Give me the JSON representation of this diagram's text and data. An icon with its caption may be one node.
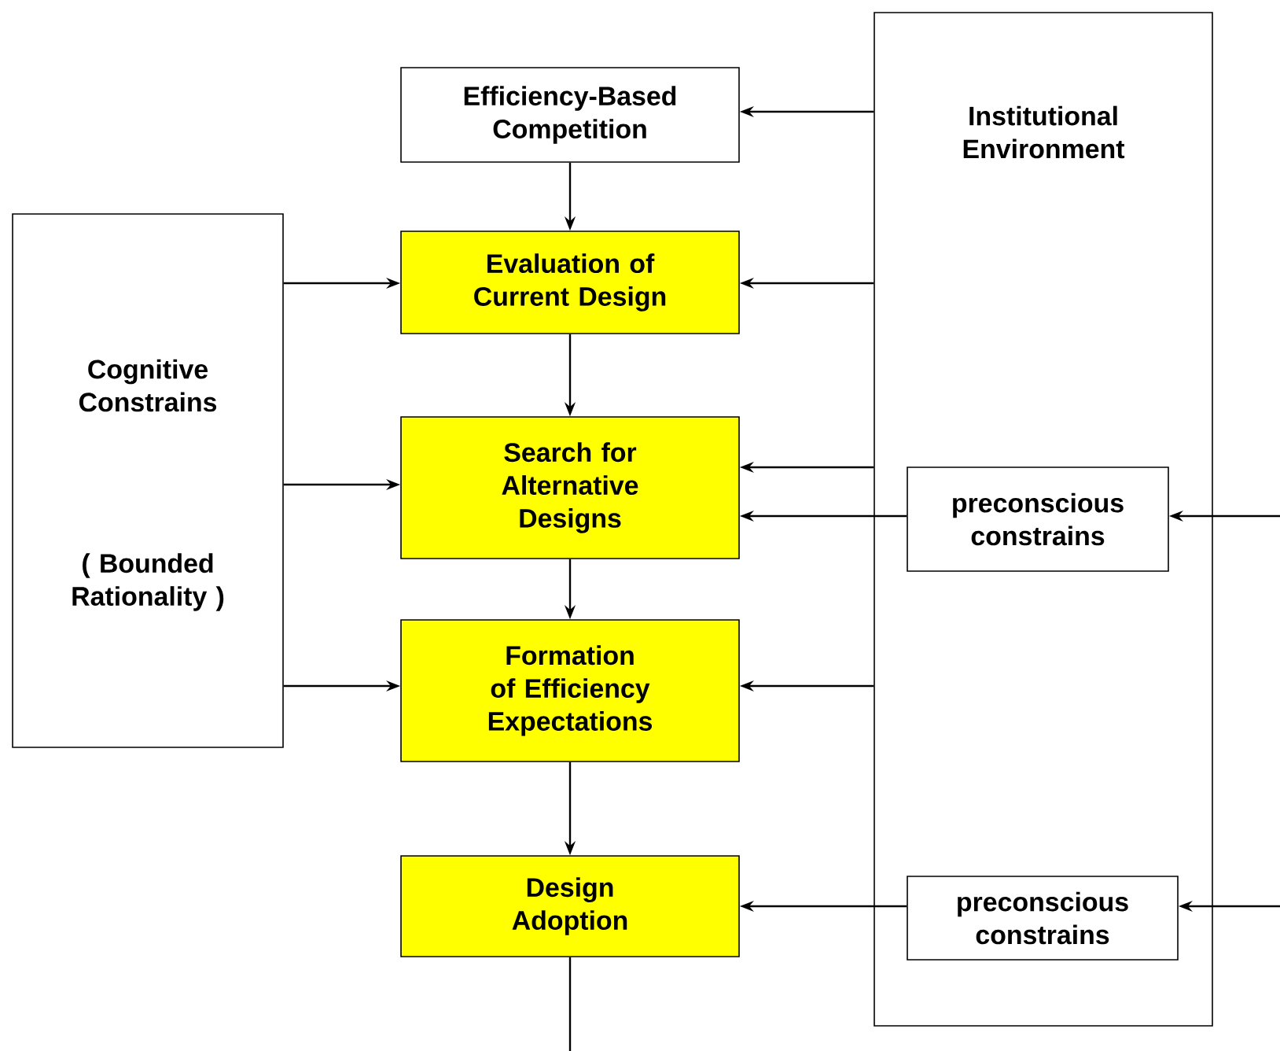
{
  "diagram": {
    "nodes": [
      {
        "text": [
          "Efficiency-Based Competition"
        ]
      },
      {
        "text": [
          "Institutional Environment"
        ]
      },
      {
        "text": [
          "Cognitive Constrains",
          "( Bounded Rationality )"
        ]
      },
      {
        "text": [
          "Evaluation of Current Design"
        ]
      },
      {
        "text": [
          "Search for Alternative Designs"
        ]
      },
      {
        "text": [
          "preconscious constrains"
        ],
        "in": 1
      },
      {
        "text": [
          "Formation of Efficiency Expectations"
        ]
      },
      {
        "text": [
          "Design Adoption"
        ]
      },
      {
        "text": [
          "preconscious constrains"
        ],
        "in": 1
      }
    ],
    "edges": [
      {
        "from": 1,
        "to": 0,
        "arrow": "to"
      },
      {
        "from": 0,
        "to": 3,
        "arrow": "to"
      },
      {
        "from": 2,
        "to": 3,
        "arrow": "to"
      },
      {
        "from": 1,
        "to": 3,
        "arrow": "to"
      },
      {
        "from": 3,
        "to": 4,
        "arrow": "to"
      },
      {
        "from": 2,
        "to": 4,
        "arrow": "to"
      },
      {
        "from": 1,
        "to": 4,
        "arrow": "to"
      },
      {
        "from": 5,
        "to": 4,
        "arrow": "to"
      },
      {
        "from": null,
        "to": 5,
        "arrow": "to"
      },
      {
        "from": 4,
        "to": 6,
        "arrow": "to"
      },
      {
        "from": 2,
        "to": 6,
        "arrow": "to"
      },
      {
        "from": 1,
        "to": 6,
        "arrow": "to"
      },
      {
        "from": 6,
        "to": 7,
        "arrow": "to"
      },
      {
        "from": 8,
        "to": 7,
        "arrow": "to"
      },
      {
        "from": null,
        "to": 8,
        "arrow": "to"
      },
      {
        "from": 7,
        "to": null,
        "arrow": "none"
      }
    ]
  }
}
